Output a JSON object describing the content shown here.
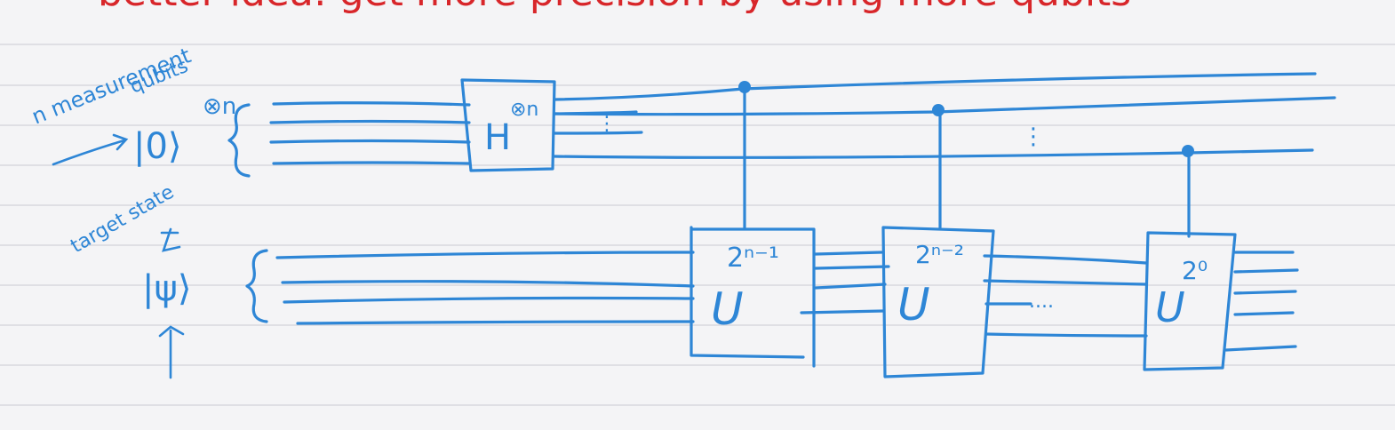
{
  "heading": "better idea: get more precision by using more qubits",
  "labels": {
    "measurement_line1": "n measurement",
    "measurement_line2": "qubits",
    "ket_zero": "|0⟩",
    "tensor_n": "⊗n",
    "target_label": "target state",
    "ket_psi": "|ψ⟩"
  },
  "gates": {
    "hadamard": "H",
    "hadamard_sup": "⊗n",
    "u": "U",
    "u1_exp": "2ⁿ⁻¹",
    "u2_exp": "2ⁿ⁻²",
    "u3_exp": "2⁰",
    "ellipsis": "....",
    "vdots": "⋮"
  },
  "colors": {
    "ink": "#2e86d6",
    "heading": "#d8262a",
    "paper": "#f4f4f6",
    "rule": "#d8d8de"
  }
}
